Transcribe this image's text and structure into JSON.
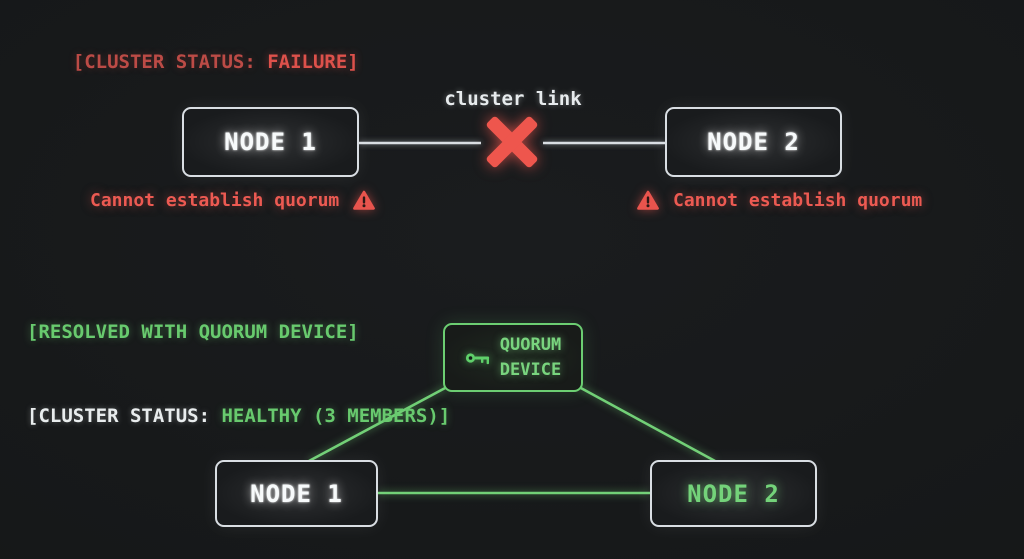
{
  "failure": {
    "header_prefix": "[CLUSTER STATUS: ",
    "header_value": "FAILURE]",
    "link_label": "cluster link",
    "node1_label": "NODE 1",
    "node2_label": "NODE 2",
    "warning_left": "Cannot establish quorum",
    "warning_right": "Cannot establish quorum"
  },
  "resolved": {
    "header_line1": "[RESOLVED WITH QUORUM DEVICE]",
    "header2_prefix": "[CLUSTER STATUS: ",
    "header2_value": "HEALTHY (3 MEMBERS)]",
    "quorum_line1": "QUORUM",
    "quorum_line2": "DEVICE",
    "node1_label": "NODE 1",
    "node2_label": "NODE 2"
  },
  "colors": {
    "background": "#17191b",
    "red": "#e8544d",
    "red_dim": "#bc4b46",
    "green": "#6fcf74",
    "white_line": "#d9dee3",
    "node_text_white": "#f7fafb"
  },
  "icons": {
    "broken_link": "x-mark-icon",
    "warning": "warning-triangle-icon",
    "quorum_key": "key-icon"
  }
}
